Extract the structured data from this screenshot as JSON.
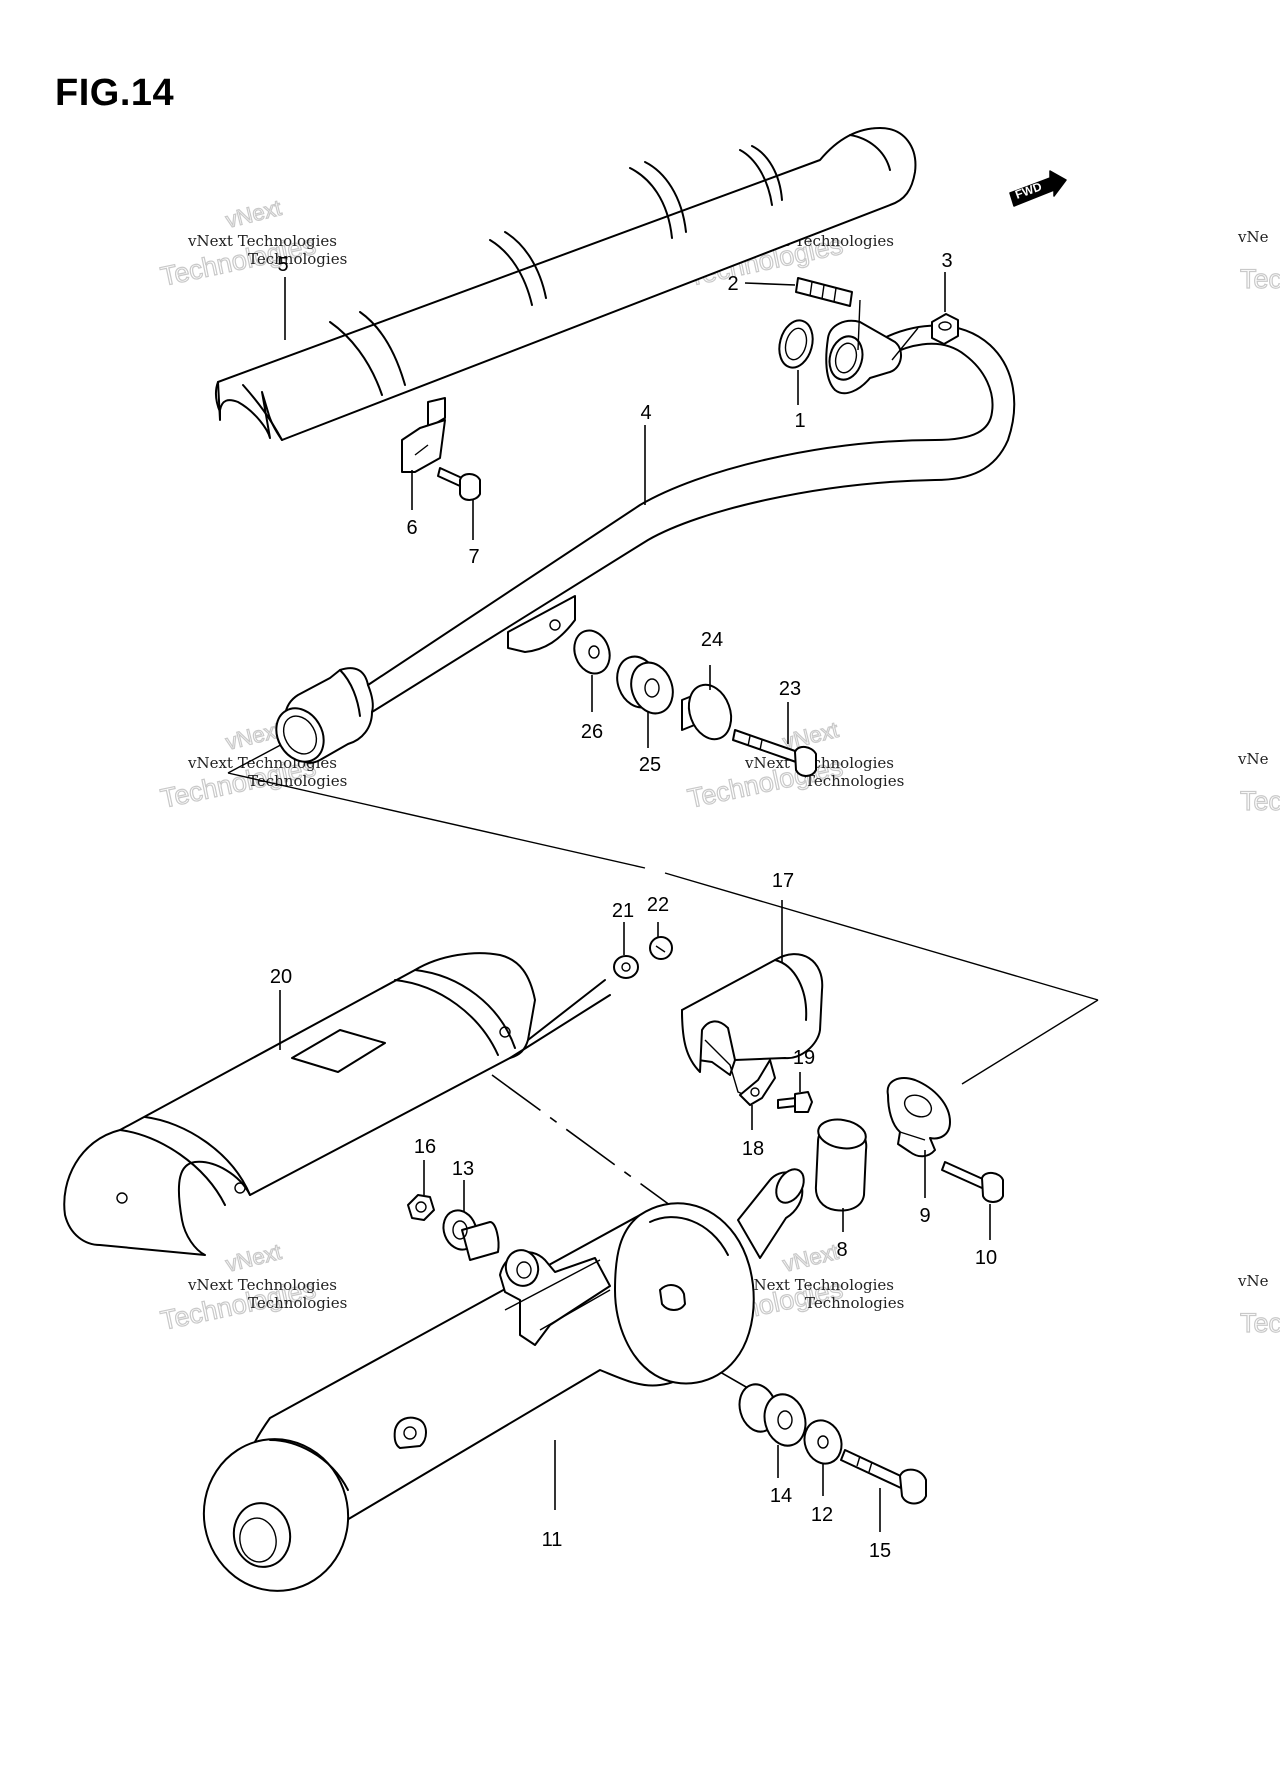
{
  "figure": {
    "title": "FIG.14"
  },
  "fwd_label": "FWD",
  "watermark": {
    "line1": "vNext Technologies",
    "line2": "Technologies",
    "line3": "vNext",
    "edge1": "vNe",
    "edge2": "Tec"
  },
  "callouts": [
    {
      "id": "1",
      "label": "1"
    },
    {
      "id": "2",
      "label": "2"
    },
    {
      "id": "3",
      "label": "3"
    },
    {
      "id": "4",
      "label": "4"
    },
    {
      "id": "5",
      "label": "5"
    },
    {
      "id": "6",
      "label": "6"
    },
    {
      "id": "7",
      "label": "7"
    },
    {
      "id": "8",
      "label": "8"
    },
    {
      "id": "9",
      "label": "9"
    },
    {
      "id": "10",
      "label": "10"
    },
    {
      "id": "11",
      "label": "11"
    },
    {
      "id": "12",
      "label": "12"
    },
    {
      "id": "13",
      "label": "13"
    },
    {
      "id": "14",
      "label": "14"
    },
    {
      "id": "15",
      "label": "15"
    },
    {
      "id": "16",
      "label": "16"
    },
    {
      "id": "17",
      "label": "17"
    },
    {
      "id": "18",
      "label": "18"
    },
    {
      "id": "19",
      "label": "19"
    },
    {
      "id": "20",
      "label": "20"
    },
    {
      "id": "21",
      "label": "21"
    },
    {
      "id": "22",
      "label": "22"
    },
    {
      "id": "23",
      "label": "23"
    },
    {
      "id": "24",
      "label": "24"
    },
    {
      "id": "25",
      "label": "25"
    },
    {
      "id": "26",
      "label": "26"
    }
  ]
}
